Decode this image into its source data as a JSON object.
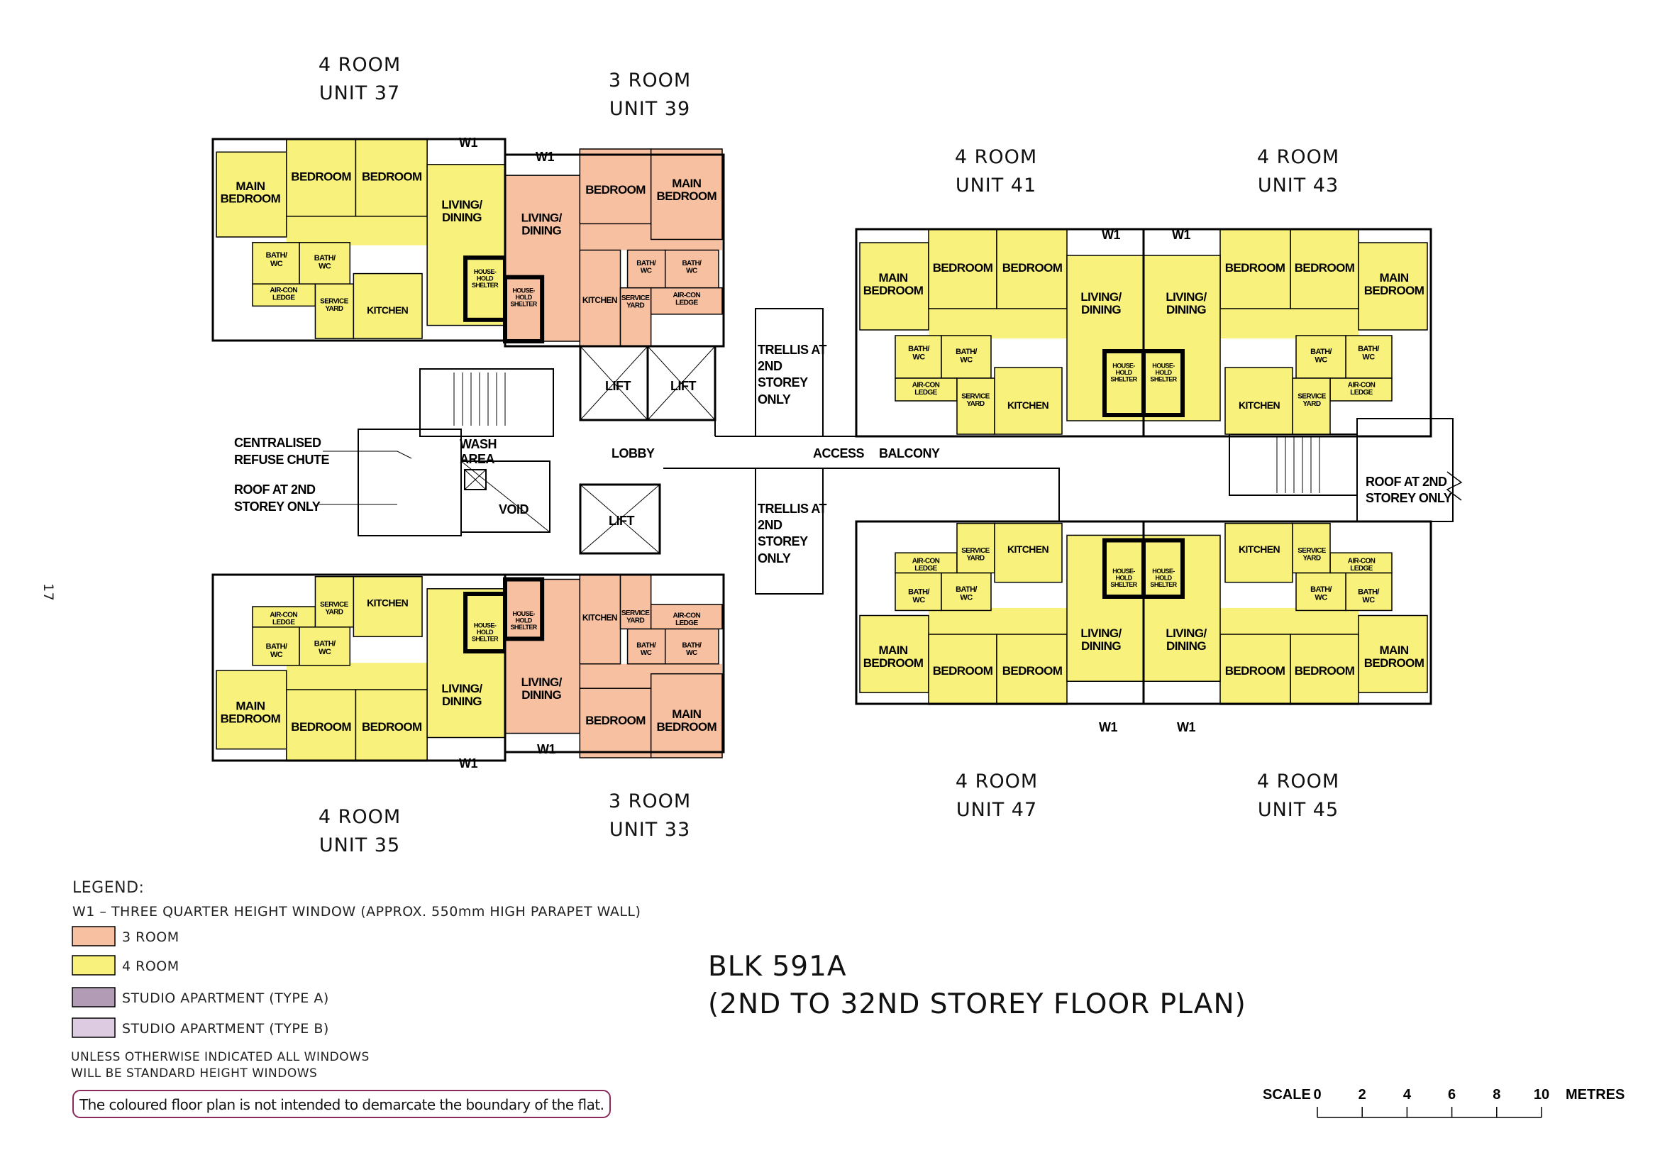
{
  "page_number": "17",
  "colors": {
    "room3": "#f7c1a1",
    "room4": "#f8f27c",
    "studio_a": "#b19bb5",
    "studio_b": "#ddcce1",
    "notice_border": "#8a2a5a"
  },
  "units": [
    {
      "id": "37",
      "type": "4room",
      "heading": [
        "4 ROOM",
        "UNIT 37"
      ],
      "rooms": [
        [
          "MAIN",
          "BEDROOM"
        ],
        [
          "BEDROOM"
        ],
        [
          "BEDROOM"
        ],
        [
          "LIVING/",
          "DINING"
        ],
        [
          "BATH/",
          "WC"
        ],
        [
          "BATH/",
          "WC"
        ],
        [
          "AIR-CON",
          "LEDGE"
        ],
        [
          "SERVICE",
          "YARD"
        ],
        [
          "KITCHEN"
        ],
        [
          "HOUSE-",
          "HOLD",
          "SHELTER"
        ]
      ]
    },
    {
      "id": "39",
      "type": "3room",
      "heading": [
        "3 ROOM",
        "UNIT 39"
      ],
      "rooms": [
        [
          "LIVING/",
          "DINING"
        ],
        [
          "BEDROOM"
        ],
        [
          "MAIN",
          "BEDROOM"
        ],
        [
          "BATH/",
          "WC"
        ],
        [
          "BATH/",
          "WC"
        ],
        [
          "KITCHEN"
        ],
        [
          "SERVICE",
          "YARD"
        ],
        [
          "AIR-CON",
          "LEDGE"
        ],
        [
          "HOUSE-",
          "HOLD",
          "SHELTER"
        ]
      ]
    },
    {
      "id": "41",
      "type": "4room",
      "heading": [
        "4 ROOM",
        "UNIT 41"
      ],
      "rooms": [
        [
          "MAIN",
          "BEDROOM"
        ],
        [
          "BEDROOM"
        ],
        [
          "BEDROOM"
        ],
        [
          "LIVING/",
          "DINING"
        ],
        [
          "BATH/",
          "WC"
        ],
        [
          "BATH/",
          "WC"
        ],
        [
          "AIR-CON",
          "LEDGE"
        ],
        [
          "SERVICE",
          "YARD"
        ],
        [
          "KITCHEN"
        ],
        [
          "HOUSE-",
          "HOLD",
          "SHELTER"
        ]
      ]
    },
    {
      "id": "43",
      "type": "4room",
      "heading": [
        "4 ROOM",
        "UNIT 43"
      ],
      "rooms": [
        [
          "MAIN",
          "BEDROOM"
        ],
        [
          "BEDROOM"
        ],
        [
          "BEDROOM"
        ],
        [
          "LIVING/",
          "DINING"
        ],
        [
          "BATH/",
          "WC"
        ],
        [
          "BATH/",
          "WC"
        ],
        [
          "AIR-CON",
          "LEDGE"
        ],
        [
          "SERVICE",
          "YARD"
        ],
        [
          "KITCHEN"
        ],
        [
          "HOUSE-",
          "HOLD",
          "SHELTER"
        ]
      ]
    },
    {
      "id": "35",
      "type": "4room",
      "heading": [
        "4 ROOM",
        "UNIT 35"
      ],
      "rooms": [
        [
          "MAIN",
          "BEDROOM"
        ],
        [
          "BEDROOM"
        ],
        [
          "BEDROOM"
        ],
        [
          "LIVING/",
          "DINING"
        ],
        [
          "BATH/",
          "WC"
        ],
        [
          "BATH/",
          "WC"
        ],
        [
          "AIR-CON",
          "LEDGE"
        ],
        [
          "SERVICE",
          "YARD"
        ],
        [
          "KITCHEN"
        ],
        [
          "HOUSE-",
          "HOLD",
          "SHELTER"
        ]
      ]
    },
    {
      "id": "33",
      "type": "3room",
      "heading": [
        "3 ROOM",
        "UNIT 33"
      ],
      "rooms": [
        [
          "LIVING/",
          "DINING"
        ],
        [
          "BEDROOM"
        ],
        [
          "MAIN",
          "BEDROOM"
        ],
        [
          "BATH/",
          "WC"
        ],
        [
          "BATH/",
          "WC"
        ],
        [
          "KITCHEN"
        ],
        [
          "SERVICE",
          "YARD"
        ],
        [
          "AIR-CON",
          "LEDGE"
        ],
        [
          "HOUSE-",
          "HOLD",
          "SHELTER"
        ]
      ]
    },
    {
      "id": "47",
      "type": "4room",
      "heading": [
        "4 ROOM",
        "UNIT 47"
      ],
      "rooms": [
        [
          "MAIN",
          "BEDROOM"
        ],
        [
          "BEDROOM"
        ],
        [
          "BEDROOM"
        ],
        [
          "LIVING/",
          "DINING"
        ],
        [
          "BATH/",
          "WC"
        ],
        [
          "BATH/",
          "WC"
        ],
        [
          "AIR-CON",
          "LEDGE"
        ],
        [
          "SERVICE",
          "YARD"
        ],
        [
          "KITCHEN"
        ],
        [
          "HOUSE-",
          "HOLD",
          "SHELTER"
        ]
      ]
    },
    {
      "id": "45",
      "type": "4room",
      "heading": [
        "4 ROOM",
        "UNIT 45"
      ],
      "rooms": [
        [
          "MAIN",
          "BEDROOM"
        ],
        [
          "BEDROOM"
        ],
        [
          "BEDROOM"
        ],
        [
          "LIVING/",
          "DINING"
        ],
        [
          "BATH/",
          "WC"
        ],
        [
          "BATH/",
          "WC"
        ],
        [
          "AIR-CON",
          "LEDGE"
        ],
        [
          "SERVICE",
          "YARD"
        ],
        [
          "KITCHEN"
        ],
        [
          "HOUSE-",
          "HOLD",
          "SHELTER"
        ]
      ]
    }
  ],
  "window_label": "W1",
  "core": {
    "lift": "LIFT",
    "lobby": "LOBBY",
    "access": "ACCESS",
    "balcony": "BALCONY",
    "refuse_chute": [
      "CENTRALISED",
      "REFUSE CHUTE"
    ],
    "roof_left": [
      "ROOF AT 2ND",
      "STOREY ONLY"
    ],
    "wash_area": [
      "WASH",
      "AREA"
    ],
    "void": "VOID",
    "trellis": [
      "TRELLIS AT",
      "2ND",
      "STOREY",
      "ONLY"
    ],
    "roof_right": [
      "ROOF AT 2ND",
      "STOREY ONLY"
    ]
  },
  "legend": {
    "title": "LEGEND:",
    "w1_note": "W1 – THREE QUARTER HEIGHT WINDOW (APPROX. 550mm HIGH PARAPET WALL)",
    "items": [
      {
        "label": "3 ROOM",
        "color": "#f7c1a1"
      },
      {
        "label": "4 ROOM",
        "color": "#f8f27c"
      },
      {
        "label": "STUDIO APARTMENT (TYPE A)",
        "color": "#b19bb5"
      },
      {
        "label": "STUDIO APARTMENT (TYPE B)",
        "color": "#ddcce1"
      }
    ],
    "windows_note": [
      "UNLESS OTHERWISE INDICATED ALL WINDOWS",
      "WILL BE STANDARD HEIGHT WINDOWS"
    ],
    "notice": "The coloured floor plan is not intended to demarcate the boundary of the flat."
  },
  "title": {
    "block": "BLK 591A",
    "subtitle": "(2ND TO 32ND STOREY FLOOR PLAN)"
  },
  "scale": {
    "label": "SCALE",
    "ticks": [
      "0",
      "2",
      "4",
      "6",
      "8",
      "10"
    ],
    "unit": "METRES"
  }
}
